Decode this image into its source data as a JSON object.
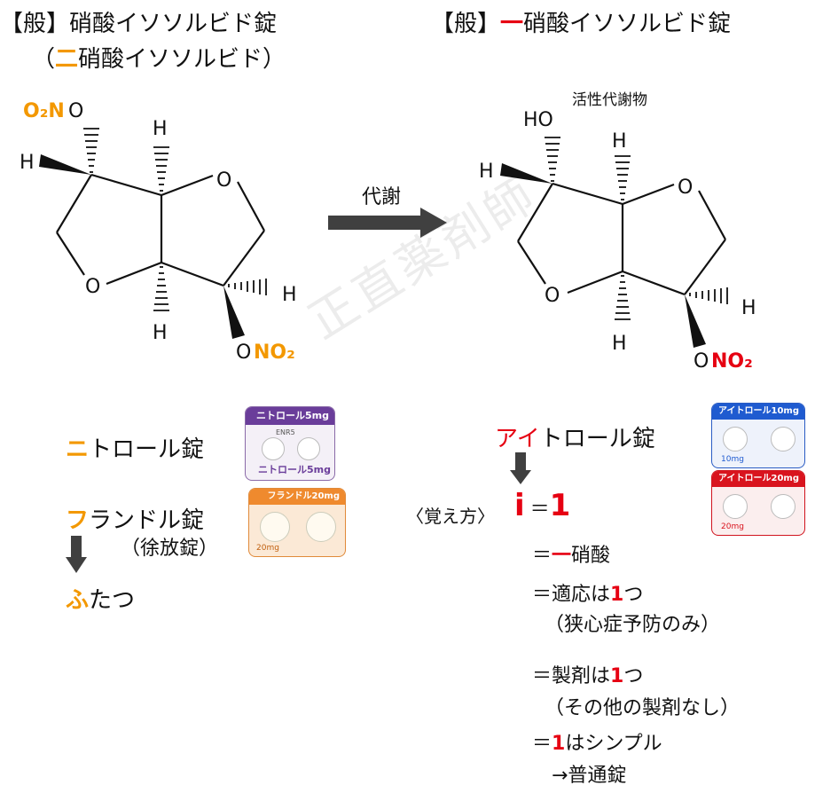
{
  "left": {
    "title": "【般】硝酸イソソルビド錠",
    "subtitle_open": "（",
    "subtitle_highlight": "二",
    "subtitle_rest": "硝酸イソソルビド）",
    "label_o2n": "O₂N",
    "label_o_top": "O",
    "label_no2": "NO₂",
    "label_o_bottom": "O",
    "label_h1": "H",
    "label_h2": "H",
    "label_h3": "H",
    "label_h4": "H",
    "label_ring_o1": "O",
    "label_ring_o2": "O"
  },
  "metabolism": {
    "label": "代謝"
  },
  "right": {
    "title_prefix": "【般】",
    "title_highlight": "一",
    "title_rest": "硝酸イソソルビド錠",
    "active_metabolite": "活性代謝物",
    "label_ho": "HO",
    "label_no2": "NO₂",
    "label_o_bottom": "O",
    "label_h1": "H",
    "label_h2": "H",
    "label_h3": "H",
    "label_h4": "H",
    "label_ring_o1": "O",
    "label_ring_o2": "O"
  },
  "watermark": "正直薬剤師",
  "products_left": {
    "nitrol_highlight": "ニ",
    "nitrol_rest": "トロール錠",
    "frandol_highlight": "フ",
    "frandol_rest": "ランドル錠",
    "frandol_note": "（徐放錠）",
    "futatsu_highlight": "ふ",
    "futatsu_rest": "たつ",
    "pack_nitrol_label": "ニトロール5mg",
    "pack_nitrol_code": "ENR5",
    "pack_frandol_label": "フランドル20mg",
    "pack_frandol_dose": "20mg"
  },
  "products_right": {
    "itrol_highlight": "アイ",
    "itrol_rest": "トロール錠",
    "mnemonic_label": "〈覚え方〉",
    "i_letter": "i",
    "equals_one": "＝",
    "one": "1",
    "line1_eq": "＝",
    "line1_highlight": "一",
    "line1_rest": "硝酸",
    "line2_eq": "＝適応は",
    "line2_num": "1",
    "line2_rest": "つ",
    "line2_note": "（狭心症予防のみ）",
    "line3_eq": "＝製剤は",
    "line3_num": "1",
    "line3_rest": "つ",
    "line3_note": "（その他の製剤なし）",
    "line4_eq": "＝",
    "line4_num": "1",
    "line4_rest": "はシンプル",
    "line5": "→普通錠",
    "pack_itrol10_label": "アイトロール10mg",
    "pack_itrol20_label": "アイトロール20mg",
    "pack_itrol10_dose": "10mg",
    "pack_itrol20_dose": "20mg"
  },
  "colors": {
    "orange": "#F39800",
    "red": "#E60012",
    "arrow": "#404040"
  }
}
